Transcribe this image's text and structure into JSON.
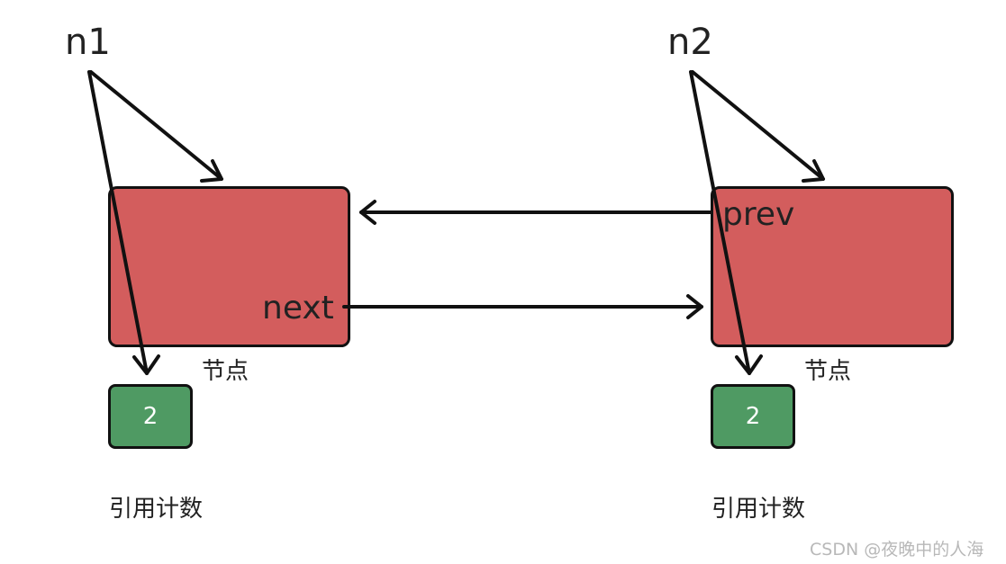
{
  "pointers": {
    "left": "n1",
    "right": "n2"
  },
  "nodes": {
    "left": {
      "field": "next",
      "caption": "节点"
    },
    "right": {
      "field": "prev",
      "caption": "节点"
    }
  },
  "ref_counts": {
    "left": {
      "value": "2",
      "caption": "引用计数"
    },
    "right": {
      "value": "2",
      "caption": "引用计数"
    }
  },
  "watermark": "CSDN @夜晚中的人海",
  "colors": {
    "node_fill": "#d35d5d",
    "ref_fill": "#4f9a63",
    "stroke": "#111111",
    "text": "#222222"
  }
}
